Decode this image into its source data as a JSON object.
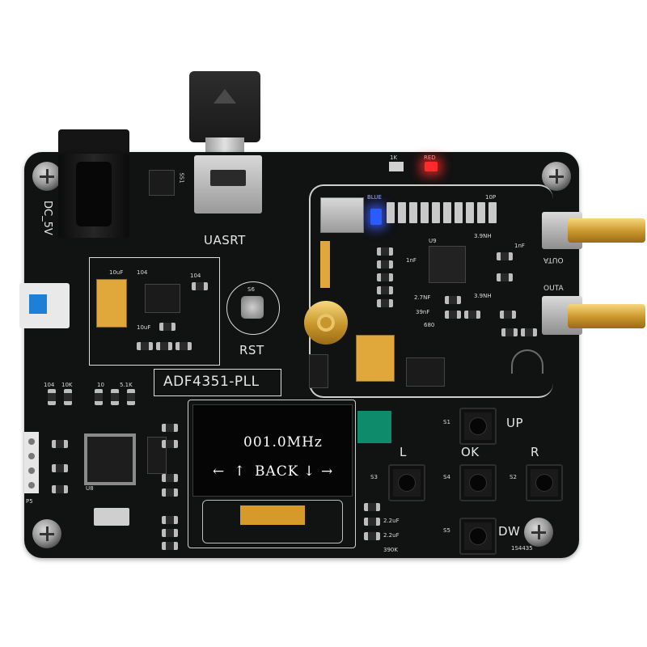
{
  "board": {
    "model_label": "ADF4351-PLL",
    "power_label": "DC_5V",
    "usb_label": "UASRT",
    "reset_label": "RST",
    "reset_switch_ref": "S6",
    "rf_out_a": "OUTA",
    "rf_out_b": "OUTA",
    "led_blue_label": "BLUE",
    "led_red_label": "RED",
    "ic_label": "U9",
    "mcu_label": "U8",
    "switch_ref": "SS1",
    "header_ref": "P5",
    "serial_code": "1S4435",
    "silk_values": {
      "c1": "10uF",
      "c2": "104",
      "c3": "104",
      "c4": "10uF",
      "r1": "1K",
      "r2": "10K",
      "r3": "10",
      "r4": "5.1K",
      "c5": "2.2uF",
      "c6": "2.2uF",
      "r5": "390K",
      "c7": "2.7NF",
      "c8": "39nF",
      "c9": "680",
      "l1": "3.9NH",
      "l2": "3.9NH",
      "c10": "10P",
      "c11": "1nF",
      "c12": "1nF"
    }
  },
  "buttons": {
    "up": "UP",
    "ok": "OK",
    "left": "L",
    "right": "R",
    "down": "DW",
    "up_ref": "S1",
    "ok_ref": "S4",
    "left_ref": "S3",
    "right_ref": "S2",
    "down_ref": "S5"
  },
  "display": {
    "frequency_value": "001.0MHz",
    "back_label": "BACK",
    "left_arrow": "←",
    "up_arrow": "↑",
    "down_arrow": "↓",
    "right_arrow": "→"
  },
  "colors": {
    "pcb": "#111212",
    "silkscreen": "#e6e6e6",
    "sma_gold": "#d9a941",
    "led_red": "#ff2a2a",
    "led_blue": "#2a5bff",
    "slide_switch": "#1e7fd6",
    "tantalum_cap": "#e0a83a",
    "oled_bg": "#050505",
    "teal_block": "#0e8b6a"
  }
}
